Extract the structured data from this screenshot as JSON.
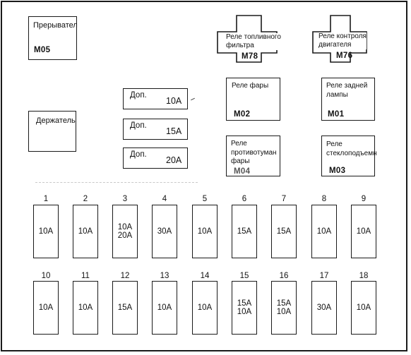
{
  "relays": {
    "m05": {
      "label": "Прерывател",
      "code": "M05"
    },
    "holder": {
      "label": "Держатель"
    },
    "m78": {
      "label": "Реле топливного\nфильтра",
      "code": "M78"
    },
    "m76": {
      "label": "Реле контроля\nдвигателя",
      "code": "M76"
    },
    "m02": {
      "label": "Реле фары",
      "code": "M02"
    },
    "m01": {
      "label": "Реле задней\nлампы",
      "code": "M01"
    },
    "m04": {
      "label": "Реле\nпротивотуман\nфары",
      "code": "M04"
    },
    "m03": {
      "label": "Реле\nстеклоподъемн",
      "code": "M03"
    }
  },
  "spares": [
    {
      "label": "Доп.",
      "amp": "10A"
    },
    {
      "label": "Доп.",
      "amp": "15A"
    },
    {
      "label": "Доп.",
      "amp": "20A"
    }
  ],
  "fuses_top": [
    {
      "num": "1",
      "amp": "10A"
    },
    {
      "num": "2",
      "amp": "10A"
    },
    {
      "num": "3",
      "amp": "10A\n20A"
    },
    {
      "num": "4",
      "amp": "30A"
    },
    {
      "num": "5",
      "amp": "10A"
    },
    {
      "num": "6",
      "amp": "15A"
    },
    {
      "num": "7",
      "amp": "15A"
    },
    {
      "num": "8",
      "amp": "10A"
    },
    {
      "num": "9",
      "amp": "10A"
    }
  ],
  "fuses_bottom": [
    {
      "num": "10",
      "amp": "10A"
    },
    {
      "num": "11",
      "amp": "10A"
    },
    {
      "num": "12",
      "amp": "15A"
    },
    {
      "num": "13",
      "amp": "10A"
    },
    {
      "num": "14",
      "amp": "10A"
    },
    {
      "num": "15",
      "amp": "15A\n10A"
    },
    {
      "num": "16",
      "amp": "15A\n10A"
    },
    {
      "num": "17",
      "amp": "30A"
    },
    {
      "num": "18",
      "amp": "10A"
    }
  ]
}
